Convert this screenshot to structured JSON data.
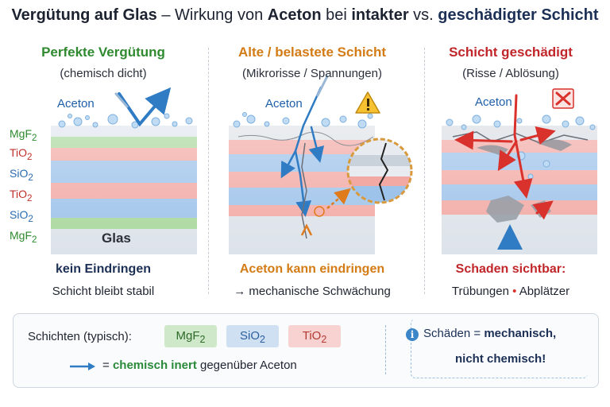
{
  "title": {
    "part1": "Vergütung auf Glas",
    "part2": " – Wirkung von ",
    "part3": "Aceton",
    "part4": " bei ",
    "part5": "intakter",
    "part6": " vs. ",
    "part7": "geschädigter Schicht"
  },
  "panels": [
    {
      "title": "Perfekte Vergütung",
      "subtitle": "(chemisch dicht)",
      "aceton_label": "Aceton",
      "result_1": "kein Eindringen",
      "result_2": "Schicht bleibt stabil",
      "title_color": "#2f8a2f",
      "layer_labels": [
        {
          "text": "MgF",
          "sub": "2",
          "color": "#2f8a2f"
        },
        {
          "text": "TiO",
          "sub": "2",
          "color": "#c0302a"
        },
        {
          "text": "SiO",
          "sub": "2",
          "color": "#2c6bb0"
        },
        {
          "text": "TiO",
          "sub": "2",
          "color": "#c0302a"
        },
        {
          "text": "SiO",
          "sub": "2",
          "color": "#2c6bb0"
        },
        {
          "text": "MgF",
          "sub": "2",
          "color": "#2f8a2f"
        }
      ],
      "glass_label": "Glas"
    },
    {
      "title": "Alte / belastete Schicht",
      "subtitle": "(Mikrorisse / Spannungen)",
      "aceton_label": "Aceton",
      "result_1": "Aceton kann eindringen",
      "result_2": "→ mechanische Schwächung",
      "title_color": "#d37b15",
      "warning_icon": "warning-triangle-icon"
    },
    {
      "title": "Schicht geschädigt",
      "subtitle": "(Risse / Ablösung)",
      "aceton_label": "Aceton",
      "result_1": "Schaden sichtbar:",
      "result_2a": "Trübungen",
      "result_2b": "•",
      "result_2c": "Abplätzer",
      "title_color": "#c0262a",
      "cross_icon": "cross-box-icon"
    }
  ],
  "legend": {
    "heading": "Schichten (typisch):",
    "chips": [
      {
        "text": "MgF",
        "sub": "2"
      },
      {
        "text": "SiO",
        "sub": "2"
      },
      {
        "text": "TiO",
        "sub": "2"
      }
    ],
    "arrow_eq": "= ",
    "inert_text": "chemisch inert",
    "inert_rest": " gegenüber Aceton",
    "note_prefix": "Schäden = ",
    "note_bold": "mechanisch,",
    "note_line2": "nicht chemisch!",
    "info_icon": "info-icon"
  },
  "colors": {
    "mgf2": "#a9d89d",
    "tio2": "#f2a9a4",
    "sio2": "#9ec3ea",
    "arrow_blue": "#2f7cc4",
    "arrow_red": "#d9312c",
    "arrow_orange": "#e07b1c"
  }
}
